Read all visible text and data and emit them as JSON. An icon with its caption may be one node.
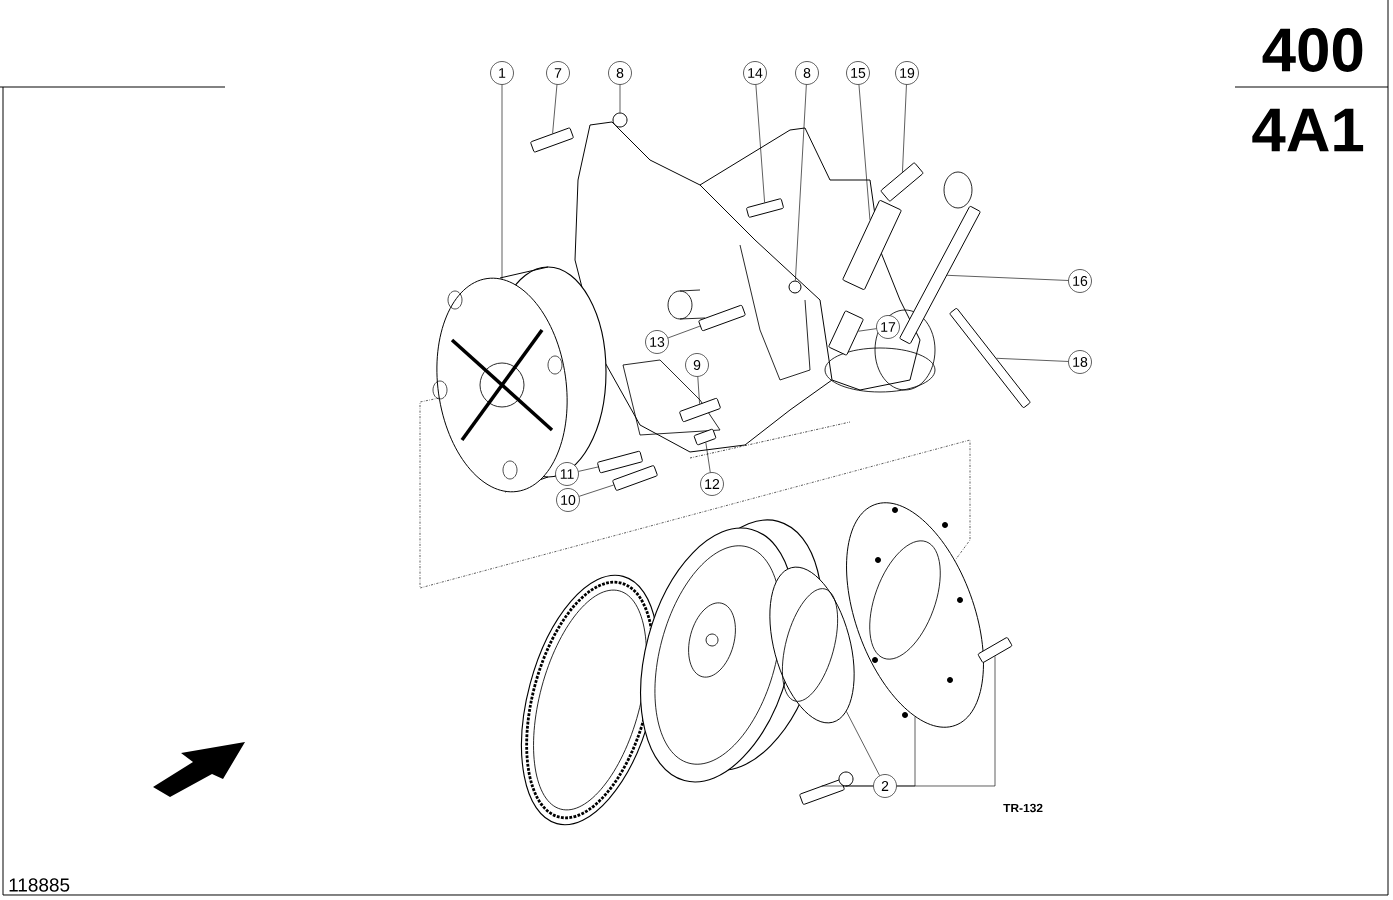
{
  "diagram": {
    "nodes": [
      {
        "text": [
          "1"
        ]
      },
      {
        "text": [
          "7"
        ]
      },
      {
        "text": [
          "8"
        ]
      },
      {
        "text": [
          "14"
        ]
      },
      {
        "text": [
          "8"
        ]
      },
      {
        "text": [
          "15"
        ]
      },
      {
        "text": [
          "19"
        ]
      },
      {
        "text": [
          "16"
        ]
      },
      {
        "text": [
          "17"
        ]
      },
      {
        "text": [
          "13"
        ]
      },
      {
        "text": [
          "9"
        ]
      },
      {
        "text": [
          "18"
        ]
      },
      {
        "text": [
          "11"
        ]
      },
      {
        "text": [
          "12"
        ]
      },
      {
        "text": [
          "10"
        ]
      },
      {
        "text": [
          "2"
        ]
      },
      {
        "text": [],
        "shape": "picture"
      },
      {
        "text": [],
        "shape": "picture"
      },
      {
        "text": [],
        "shape": "circle"
      },
      {
        "text": [],
        "shape": "picture"
      },
      {
        "text": [],
        "shape": "circle"
      },
      {
        "text": [],
        "shape": "picture"
      },
      {
        "text": [],
        "shape": "picture"
      },
      {
        "text": [],
        "shape": "picture"
      },
      {
        "text": [],
        "shape": "picture"
      },
      {
        "text": [],
        "shape": "picture"
      },
      {
        "text": [],
        "shape": "picture"
      },
      {
        "text": [],
        "shape": "picture"
      },
      {
        "text": [],
        "shape": "picture"
      },
      {
        "text": [],
        "shape": "picture"
      },
      {
        "text": [],
        "shape": "picture"
      },
      {
        "text": [],
        "shape": "picture"
      },
      {
        "text": [],
        "shape": "circle"
      },
      {
        "text": [],
        "shape": "picture"
      },
      {
        "text": [],
        "shape": "picture"
      },
      {
        "text": [],
        "shape": "picture"
      }
    ],
    "edges": [
      {
        "from": 0,
        "to": 16,
        "arrow": "none"
      },
      {
        "from": 1,
        "to": 17,
        "arrow": "none"
      },
      {
        "from": 2,
        "to": 18,
        "arrow": "none"
      },
      {
        "from": 3,
        "to": 19,
        "arrow": "none"
      },
      {
        "from": 4,
        "to": 20,
        "arrow": "none"
      },
      {
        "from": 5,
        "to": 21,
        "arrow": "none"
      },
      {
        "from": 6,
        "to": 22,
        "arrow": "none"
      },
      {
        "from": 7,
        "to": 23,
        "arrow": "none"
      },
      {
        "from": 8,
        "to": 24,
        "arrow": "none"
      },
      {
        "from": 9,
        "to": 25,
        "arrow": "none"
      },
      {
        "from": 10,
        "to": 26,
        "arrow": "none"
      },
      {
        "from": 11,
        "to": 27,
        "arrow": "none"
      },
      {
        "from": 12,
        "to": 28,
        "arrow": "none"
      },
      {
        "from": 13,
        "to": 29,
        "arrow": "none"
      },
      {
        "from": 14,
        "to": 30,
        "arrow": "none"
      },
      {
        "from": 15,
        "to": 31,
        "arrow": "none"
      },
      {
        "from": 15,
        "to": 32,
        "arrow": "none"
      },
      {
        "from": 15,
        "to": 33,
        "arrow": "none"
      },
      {
        "from": 15,
        "to": 34,
        "arrow": "none"
      },
      {
        "from": 15,
        "to": 35,
        "arrow": "none"
      },
      {
        "from": 16,
        "to": 34,
        "arrow": "none",
        "style": "dashed"
      }
    ],
    "labels": [
      "400",
      "4A1",
      "TR-132",
      "118885"
    ]
  }
}
